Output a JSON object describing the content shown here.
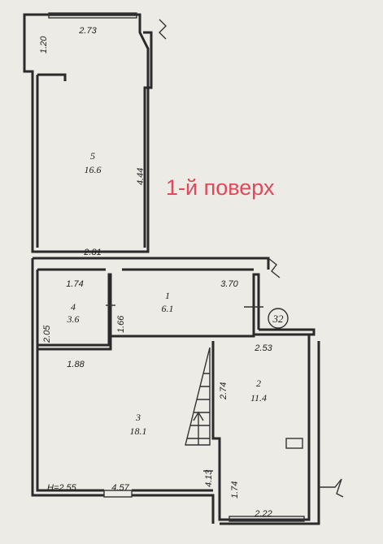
{
  "floor_label": "1-й поверх",
  "accent_color": "#e2475a",
  "badge": "32",
  "height_label": "H=2.55",
  "rooms": [
    {
      "num": "5",
      "area": "16.6"
    },
    {
      "num": "1",
      "area": "6.1"
    },
    {
      "num": "4",
      "area": "3.6"
    },
    {
      "num": "3",
      "area": "18.1"
    },
    {
      "num": "2",
      "area": "11.4"
    }
  ],
  "dims": {
    "top": "2.73",
    "left_top": "1.20",
    "room5_side": "4.44",
    "room5_bottom": "2.81",
    "room4_top": "1.74",
    "room1_right": "3.70",
    "room4_side": "2.05",
    "room1_left": "1.66",
    "room4_bottom": "1.88",
    "room2_top": "2.53",
    "stair_side": "2.74",
    "room3_side": "4.13",
    "room2_side": "1.74",
    "bottom": "4.57",
    "room2_bottom": "2.22"
  }
}
